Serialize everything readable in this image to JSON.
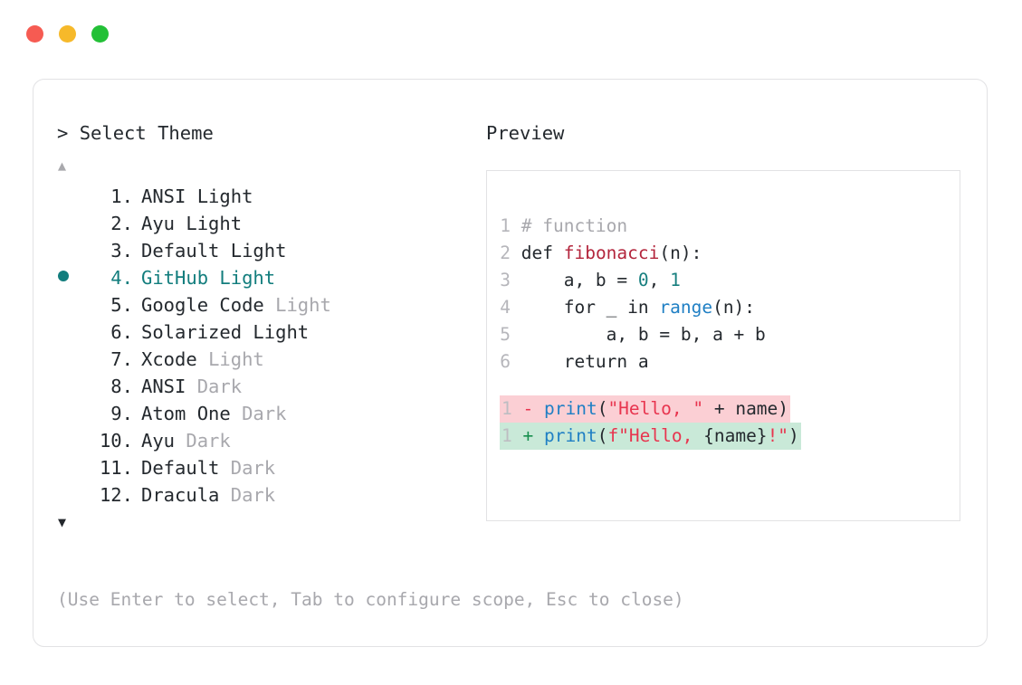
{
  "window": {
    "traffic_lights": [
      {
        "name": "close",
        "color": "#f65b52"
      },
      {
        "name": "minimize",
        "color": "#f6b92a"
      },
      {
        "name": "maximize",
        "color": "#23c037"
      }
    ]
  },
  "prompt": {
    "marker": ">",
    "title": "Select Theme",
    "scroll_up_icon": "▲",
    "scroll_down_icon": "▼",
    "selected_index": 4,
    "selection_bullet": "●"
  },
  "themes": [
    {
      "num": " 1.",
      "name": "ANSI",
      "variant": "Light",
      "variant_muted": false,
      "selected": false
    },
    {
      "num": " 2.",
      "name": "Ayu",
      "variant": "Light",
      "variant_muted": false,
      "selected": false
    },
    {
      "num": " 3.",
      "name": "Default",
      "variant": "Light",
      "variant_muted": false,
      "selected": false
    },
    {
      "num": " 4.",
      "name": "GitHub",
      "variant": "Light",
      "variant_muted": false,
      "selected": true
    },
    {
      "num": " 5.",
      "name": "Google Code",
      "variant": "Light",
      "variant_muted": true,
      "selected": false
    },
    {
      "num": " 6.",
      "name": "Solarized",
      "variant": "Light",
      "variant_muted": false,
      "selected": false
    },
    {
      "num": " 7.",
      "name": "Xcode",
      "variant": "Light",
      "variant_muted": true,
      "selected": false
    },
    {
      "num": " 8.",
      "name": "ANSI",
      "variant": "Dark",
      "variant_muted": true,
      "selected": false
    },
    {
      "num": " 9.",
      "name": "Atom One",
      "variant": "Dark",
      "variant_muted": true,
      "selected": false
    },
    {
      "num": "10.",
      "name": "Ayu",
      "variant": "Dark",
      "variant_muted": true,
      "selected": false
    },
    {
      "num": "11.",
      "name": "Default",
      "variant": "Dark",
      "variant_muted": true,
      "selected": false
    },
    {
      "num": "12.",
      "name": "Dracula",
      "variant": "Dark",
      "variant_muted": true,
      "selected": false
    }
  ],
  "hint": "(Use Enter to select, Tab to configure scope, Esc to close)",
  "preview": {
    "label": "Preview",
    "code_lines": [
      {
        "n": "1",
        "tokens": [
          {
            "t": "# function",
            "c": "comment"
          }
        ]
      },
      {
        "n": "2",
        "tokens": [
          {
            "t": "def ",
            "c": "plain"
          },
          {
            "t": "fibonacci",
            "c": "fn"
          },
          {
            "t": "(n):",
            "c": "plain"
          }
        ]
      },
      {
        "n": "3",
        "tokens": [
          {
            "t": "    a, b = ",
            "c": "plain"
          },
          {
            "t": "0",
            "c": "num"
          },
          {
            "t": ", ",
            "c": "plain"
          },
          {
            "t": "1",
            "c": "num"
          }
        ]
      },
      {
        "n": "4",
        "tokens": [
          {
            "t": "    for _ in ",
            "c": "plain"
          },
          {
            "t": "range",
            "c": "builtin"
          },
          {
            "t": "(n):",
            "c": "plain"
          }
        ]
      },
      {
        "n": "5",
        "tokens": [
          {
            "t": "        a, b = b, a + b",
            "c": "plain"
          }
        ]
      },
      {
        "n": "6",
        "tokens": [
          {
            "t": "    return a",
            "c": "plain"
          }
        ]
      }
    ],
    "diff_lines": [
      {
        "n": "1",
        "kind": "del",
        "marker": "-",
        "tokens": [
          {
            "t": "print",
            "c": "builtin"
          },
          {
            "t": "(",
            "c": "plain"
          },
          {
            "t": "\"Hello, \"",
            "c": "str"
          },
          {
            "t": " + name)",
            "c": "plain"
          }
        ]
      },
      {
        "n": "1",
        "kind": "add",
        "marker": "+",
        "tokens": [
          {
            "t": "print",
            "c": "builtin"
          },
          {
            "t": "(",
            "c": "plain"
          },
          {
            "t": "f\"Hello, ",
            "c": "str"
          },
          {
            "t": "{name}",
            "c": "plain"
          },
          {
            "t": "!\"",
            "c": "str"
          },
          {
            "t": ")",
            "c": "plain"
          }
        ]
      }
    ]
  },
  "colors": {
    "accent_teal": "#127d7d",
    "muted": "#a8a8ad",
    "text": "#24292e",
    "border": "#e2e2e4",
    "diff_del_bg": "#fbcfd4",
    "diff_add_bg": "#c9e9d8"
  }
}
